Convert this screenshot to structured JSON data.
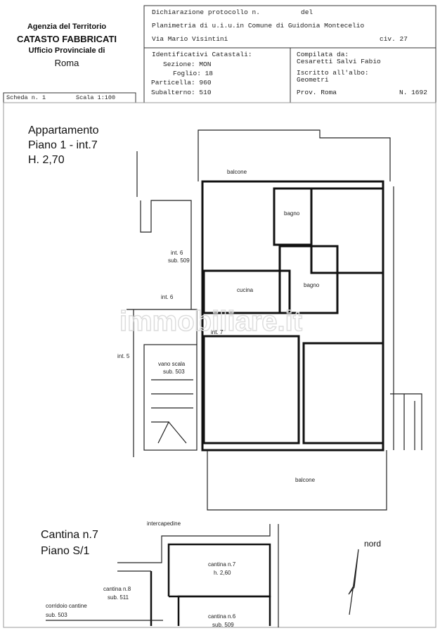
{
  "header": {
    "agency": "Agenzia del Territorio",
    "department": "CATASTO FABBRICATI",
    "office": "Ufficio Provinciale di",
    "city": "Roma",
    "declaration": "Dichiarazione protocollo n.",
    "declaration_del": "del",
    "planimetria": "Planimetria di u.i.u.in Comune di Guidonia Montecelio",
    "address": "Via Mario Visintini",
    "civic": "civ. 27",
    "identificativi_title": "Identificativi Catastali:",
    "sezione": "Sezione: MON",
    "foglio": "Foglio: 18",
    "particella": "Particella: 960",
    "subalterno": "Subalterno: 510",
    "compilata_label": "Compilata da:",
    "compilata_name": "Cesaretti Salvi Fabio",
    "albo_label": "Iscritto all'albo:",
    "albo_value": "Geometri",
    "prov": "Prov. Roma",
    "number": "N. 1692",
    "scheda": "Scheda n. 1",
    "scala": "Scala 1:100"
  },
  "apartment": {
    "title": "Appartamento",
    "floor": "Piano 1 - int.7",
    "height": "H. 2,70",
    "rooms": {
      "balcone_top": "balcone",
      "bagno1": "bagno",
      "bagno2": "bagno",
      "cucina": "cucina",
      "balcone_bottom": "balcone"
    },
    "labels": {
      "int6_sub_a": "int. 6",
      "int6_sub_b": "sub. 509",
      "int6": "int. 6",
      "int7": "int. 7",
      "int5": "int. 5",
      "vano_a": "vano scala",
      "vano_b": "sub. 503"
    }
  },
  "cellar": {
    "title": "Cantina n.7",
    "floor": "Piano S/1",
    "intercapedine": "intercapedine",
    "c7_a": "cantina n.7",
    "c7_b": "h. 2,60",
    "c8_a": "cantina n.8",
    "c8_b": "sub. 511",
    "corr_a": "corridoio cantine",
    "corr_b": "sub. 503",
    "c6_a": "cantina n.6",
    "c6_b": "sub. 509",
    "north": "nord"
  },
  "watermark": "immobiliare.it"
}
